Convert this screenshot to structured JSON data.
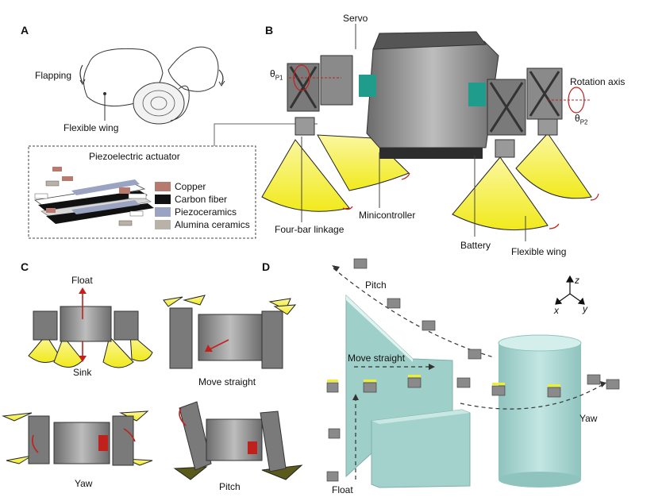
{
  "panels": {
    "a": "A",
    "b": "B",
    "c": "C",
    "d": "D"
  },
  "panel_a": {
    "flapping": "Flapping",
    "flexible_wing": "Flexible wing",
    "piezo_title": "Piezoelectric actuator",
    "legend": [
      {
        "label": "Copper",
        "color": "#b67a6e"
      },
      {
        "label": "Carbon fiber",
        "color": "#111111"
      },
      {
        "label": "Piezoceramics",
        "color": "#9aa3c2"
      },
      {
        "label": "Alumina ceramics",
        "color": "#b9b3a7"
      }
    ]
  },
  "panel_b": {
    "servo": "Servo",
    "theta_p1": "θ",
    "theta_p1_sub": "P1",
    "rotation_axis": "Rotation axis",
    "theta_p2": "θ",
    "theta_p2_sub": "P2",
    "four_bar": "Four-bar linkage",
    "minicontroller": "Minicontroller",
    "battery": "Battery",
    "flexible_wing": "Flexible wing"
  },
  "panel_c": {
    "float": "Float",
    "sink": "Sink",
    "move_straight": "Move straight",
    "yaw": "Yaw",
    "pitch": "Pitch"
  },
  "panel_d": {
    "pitch": "Pitch",
    "move_straight": "Move straight",
    "yaw": "Yaw",
    "float": "Float",
    "axis_z": "z",
    "axis_x": "x",
    "axis_y": "y"
  },
  "colors": {
    "wing": "#f3ee2a",
    "body": "#8c8c8c",
    "obstacle": "#a9d3cf",
    "accent_red": "#c0211c",
    "teal": "#1f9c8c"
  }
}
